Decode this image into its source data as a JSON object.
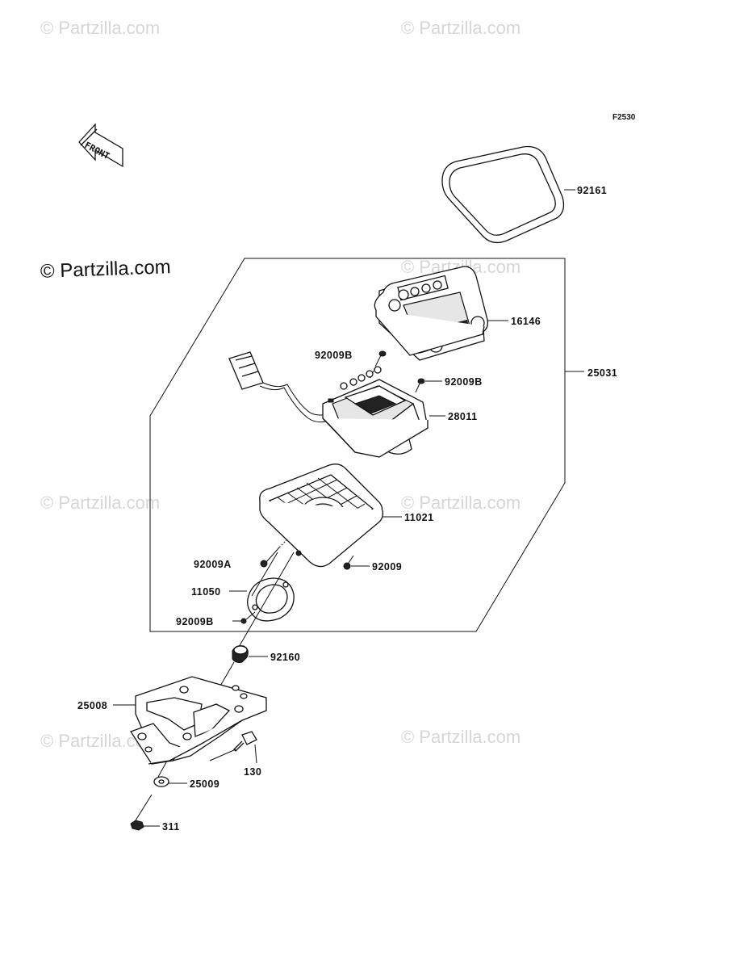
{
  "watermarks": [
    "© Partzilla.com",
    "© Partzilla.com",
    "© Partzilla.com",
    "© Partzilla.com",
    "© Partzilla.com",
    "© Partzilla.com",
    "© Partzilla.com"
  ],
  "main_watermark": "© Partzilla.com",
  "figure_code": "F2530",
  "front_label": "FRONT",
  "parts": [
    {
      "id": "92161"
    },
    {
      "id": "16146"
    },
    {
      "id": "92009B"
    },
    {
      "id": "92009B"
    },
    {
      "id": "25031"
    },
    {
      "id": "28011"
    },
    {
      "id": "11021"
    },
    {
      "id": "92009A"
    },
    {
      "id": "92009"
    },
    {
      "id": "11050"
    },
    {
      "id": "92009B"
    },
    {
      "id": "92160"
    },
    {
      "id": "25008"
    },
    {
      "id": "130"
    },
    {
      "id": "25009"
    },
    {
      "id": "311"
    }
  ],
  "colors": {
    "ink": "#111111",
    "watermark": "#d6d6d6",
    "background": "#ffffff"
  }
}
